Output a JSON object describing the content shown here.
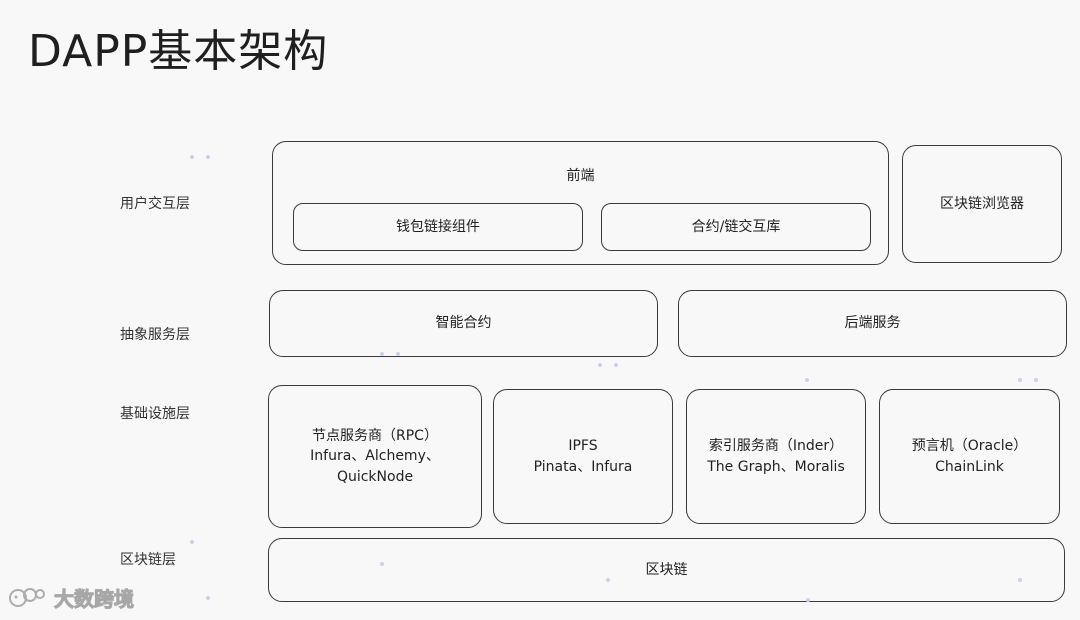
{
  "title": "DAPP基本架构",
  "layers": {
    "user_interaction": "用户交互层",
    "abstract_service": "抽象服务层",
    "infrastructure": "基础设施层",
    "blockchain": "区块链层"
  },
  "frontend": {
    "title": "前端",
    "wallet_component": "钱包链接组件",
    "contract_lib": "合约/链交互库"
  },
  "explorer": "区块链浏览器",
  "smart_contract": "智能合约",
  "backend_service": "后端服务",
  "infra": {
    "rpc": {
      "line1": "节点服务商（RPC）",
      "line2": "Infura、Alchemy、",
      "line3": "QuickNode"
    },
    "ipfs": {
      "line1": "IPFS",
      "line2": "Pinata、Infura"
    },
    "index": {
      "line1": "索引服务商（Inder）",
      "line2": "The Graph、Moralis"
    },
    "oracle": {
      "line1": "预言机（Oracle）",
      "line2": "ChainLink"
    }
  },
  "blockchain_box": "区块链",
  "watermark": "大数跨境"
}
